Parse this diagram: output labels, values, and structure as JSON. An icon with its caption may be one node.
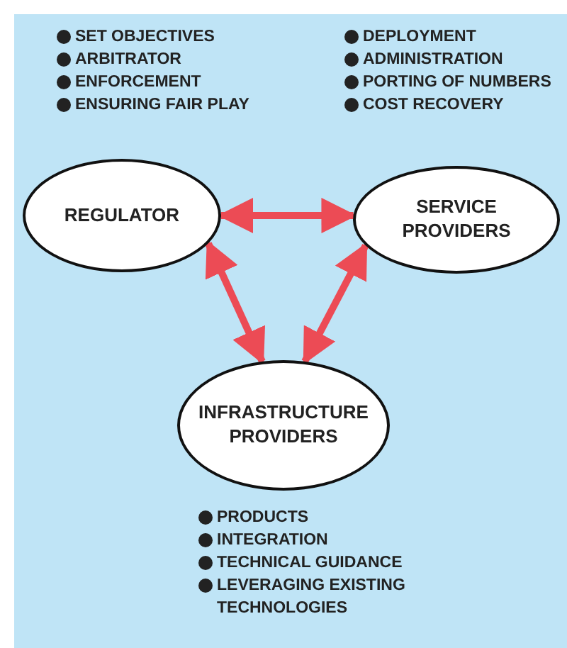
{
  "diagram": {
    "nodes": [
      {
        "text": [
          "REGULATOR"
        ],
        "beside": [
          "SET OBJECTIVES",
          "ARBITRATOR",
          "ENFORCEMENT",
          "ENSURING FAIR PLAY"
        ]
      },
      {
        "text": [
          "SERVICE PROVIDERS"
        ],
        "beside": [
          "DEPLOYMENT",
          "ADMINISTRATION",
          "PORTING OF NUMBERS",
          "COST RECOVERY"
        ]
      },
      {
        "text": [
          "INFRASTRUCTURE PROVIDERS"
        ],
        "beside": [
          "PRODUCTS",
          "INTEGRATION",
          "TECHNICAL GUIDANCE",
          "LEVERAGING EXISTING TECHNOLOGIES"
        ]
      }
    ],
    "edges": [
      {
        "from": 0,
        "to": 1,
        "arrow": "both"
      },
      {
        "from": 0,
        "to": 2,
        "arrow": "both"
      },
      {
        "from": 1,
        "to": 2,
        "arrow": "both"
      }
    ]
  }
}
